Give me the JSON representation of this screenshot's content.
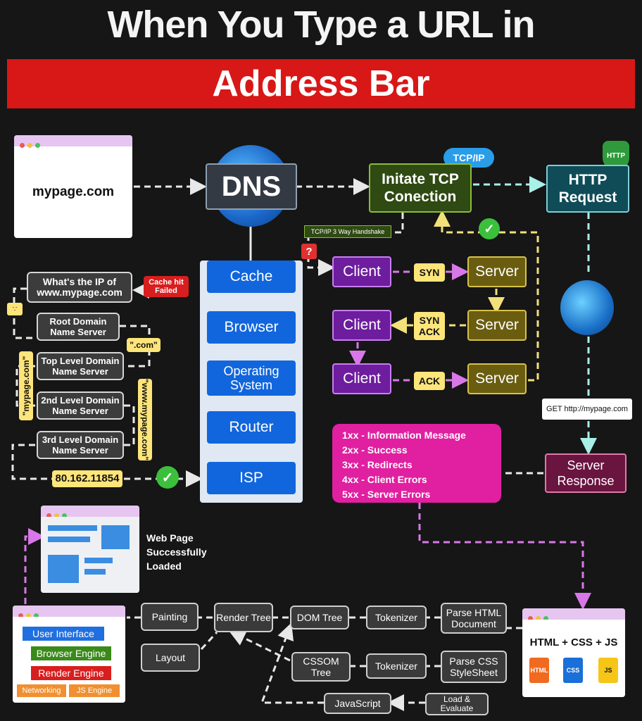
{
  "title": "When You Type a URL in",
  "subtitle": "Address Bar",
  "url_window": {
    "text": "mypage.com"
  },
  "dns": {
    "label": "DNS"
  },
  "tcp_initiate": {
    "label": "Initate TCP Conection",
    "badge": "TCP/IP"
  },
  "http_request": {
    "label": "HTTP Request",
    "badge": "HTTP"
  },
  "handshake_label": "TCP/IP 3 Way Handshake",
  "handshake": [
    {
      "client": "Client",
      "signal": "SYN",
      "server": "Server"
    },
    {
      "client": "Client",
      "signal": "SYN ACK",
      "server": "Server"
    },
    {
      "client": "Client",
      "signal": "ACK",
      "server": "Server"
    }
  ],
  "cache_layers": [
    "Cache",
    "Browser",
    "Operating System",
    "Router",
    "ISP"
  ],
  "cache_hit": "Cache hit Failed",
  "dns_lookup": {
    "question": "What's the IP of www.mypage.com",
    "servers": [
      "Root Domain Name Server",
      "Top Level Domain Name Server",
      "2nd Level Domain Name Server",
      "3rd Level Domain Name Server"
    ],
    "labels": {
      "com": "\".com\"",
      "mypage": "\"mypage.com\"",
      "www": "\"www.mypage.com\""
    },
    "ip": "80.162.11854"
  },
  "get_request": "GET http://mypage.com",
  "status_codes": [
    "1xx - Information Message",
    "2xx - Success",
    "3xx - Redirects",
    "4xx - Client Errors",
    "5xx - Server Errors"
  ],
  "server_response": "Server Response",
  "loaded_text": "Web Page Successfully Loaded",
  "browser_components": [
    "User Interface",
    "Browser Engine",
    "Render Engine",
    "Networking",
    "JS Engine"
  ],
  "pipeline": {
    "painting": "Painting",
    "layout": "Layout",
    "render_tree": "Render Tree",
    "dom_tree": "DOM Tree",
    "cssom_tree": "CSSOM Tree",
    "tokenizer": "Tokenizer",
    "parse_html": "Parse HTML Document",
    "parse_css": "Parse CSS StyleSheet",
    "javascript": "JavaScript",
    "load_evaluate": "Load & Evaluate"
  },
  "files": {
    "label": "HTML + CSS + JS",
    "icons": [
      "HTML",
      "CSS",
      "JS"
    ]
  },
  "colors": {
    "banner": "#d81717",
    "accent_magenta": "#e020a0",
    "cache_blue": "#1166dd"
  }
}
